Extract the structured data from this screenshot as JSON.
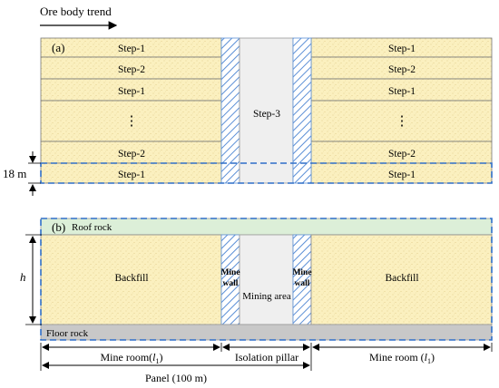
{
  "header": {
    "trend_label": "Ore body trend"
  },
  "panel_a": {
    "label": "(a)",
    "left_steps": [
      "Step-1",
      "Step-2",
      "Step-1",
      "⋮",
      "Step-2",
      "Step-1"
    ],
    "right_steps": [
      "Step-1",
      "Step-2",
      "Step-1",
      "⋮",
      "Step-2",
      "Step-1"
    ],
    "center_label": "Step-3",
    "height_label": "18 m"
  },
  "panel_b": {
    "label": "(b)",
    "roof_label": "Roof rock",
    "floor_label": "Floor rock",
    "left_fill_label": "Backfill",
    "right_fill_label": "Backfill",
    "wall_label_top": "Mine",
    "wall_label_bottom": "wall",
    "mining_area_label": "Mining area",
    "height_label": "h"
  },
  "dimensions": {
    "mine_room_left": "Mine room(l",
    "mine_room_right": "Mine room (l",
    "subscript": "1",
    "close_paren": ")",
    "isolation_pillar": "Isolation pillar",
    "panel": "Panel (100 m)"
  },
  "colors": {
    "ore_fill": "#fbf0bf",
    "roof_fill": "#dcefd8",
    "floor_fill": "#c8c8c8",
    "pillar_fill": "#efefef",
    "hatch": "#5b8fd6",
    "dash": "#2f6fc9"
  }
}
